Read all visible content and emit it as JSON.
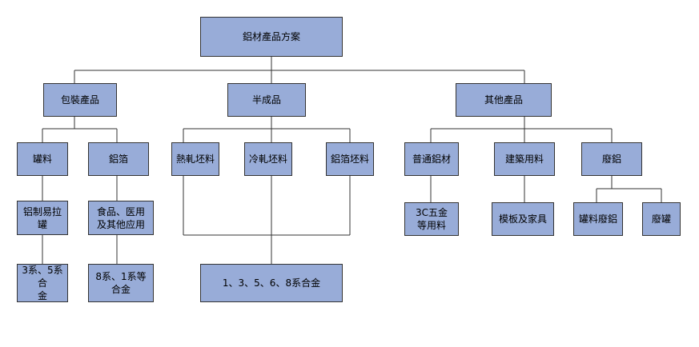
{
  "colors": {
    "node_fill": "#98acd8",
    "border": "#333333",
    "text": "#000000"
  },
  "nodes": {
    "root": "鋁材產品方案",
    "packaging": "包裝產品",
    "semi": "半成品",
    "other": "其他產品",
    "can_material": "罐料",
    "foil": "鋁箔",
    "hot_rolled": "熱軋坯料",
    "cold_rolled": "冷軋坯料",
    "foil_blank": "鋁箔坯料",
    "general_aluminum": "普通鋁材",
    "construction": "建築用料",
    "scrap": "廢鋁",
    "pull_tab_can": "铝制易拉罐",
    "food_medical": "食品、医用\n及其他应用",
    "hardware_3c": "3C五金\n等用料",
    "formwork_furniture": "模板及家具",
    "can_scrap": "罐料廢鋁",
    "scrap_can": "廢罐",
    "alloy_35": "3系、5系合\n金",
    "alloy_81": "8系、1系等\n合金",
    "alloy_all": "1、3、5、6、8系合金"
  }
}
